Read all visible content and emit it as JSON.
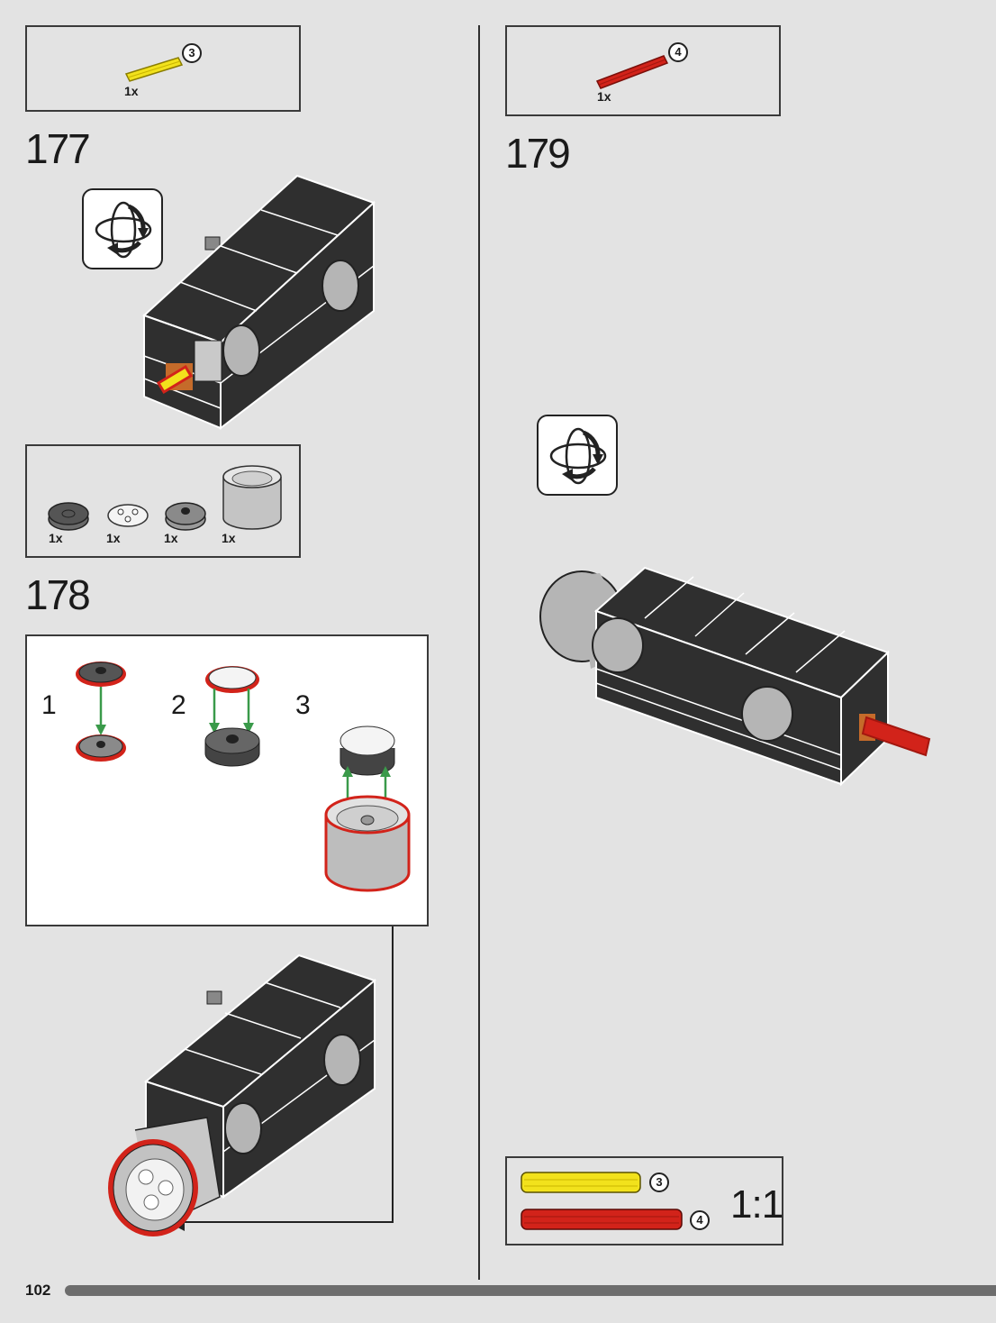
{
  "page_number": "102",
  "steps": {
    "s177": {
      "number": "177",
      "parts": [
        {
          "qty": "1x",
          "length_callout": "3",
          "color": "#f2e21c"
        }
      ]
    },
    "s178": {
      "number": "178",
      "parts": [
        {
          "qty": "1x"
        },
        {
          "qty": "1x"
        },
        {
          "qty": "1x"
        },
        {
          "qty": "1x"
        }
      ],
      "substeps": [
        "1",
        "2",
        "3"
      ]
    },
    "s179": {
      "number": "179",
      "parts": [
        {
          "qty": "1x",
          "length_callout": "4",
          "color": "#d2231a"
        }
      ]
    }
  },
  "scale_box": {
    "items": [
      {
        "callout": "3",
        "color": "#f2e21c"
      },
      {
        "callout": "4",
        "color": "#d2231a"
      }
    ],
    "ratio": "1:1"
  },
  "icons": {
    "rotate": "rotate-model-icon"
  },
  "colors": {
    "brick": "#2f2f2f",
    "outline": "#ffffff",
    "highlight": "#d2231a",
    "arrow": "#3a9a4a",
    "grey": "#b5b5b5"
  }
}
